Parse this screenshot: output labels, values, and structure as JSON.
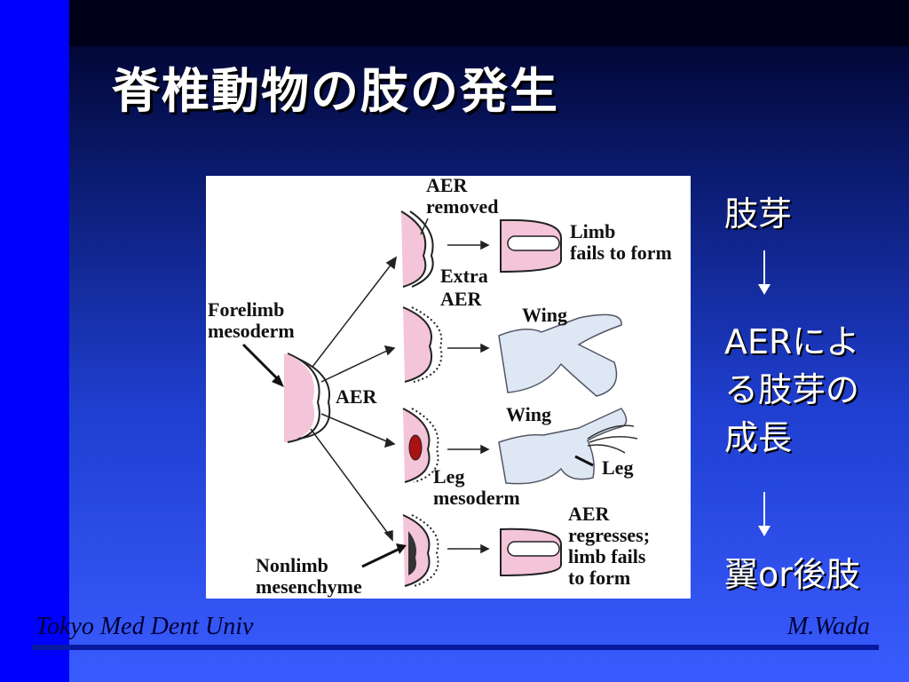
{
  "slide": {
    "title": "脊椎動物の肢の発生",
    "side": {
      "step1": "肢芽",
      "step2_line1": "AERによ",
      "step2_line2": "る肢芽の",
      "step2_line3": "成長",
      "step3": "翼or後肢"
    },
    "footer": {
      "left": "Tokyo Med Dent Univ",
      "right": "M.Wada"
    }
  },
  "figure": {
    "labels": {
      "forelimb": [
        "Forelimb",
        "mesoderm"
      ],
      "aer": "AER",
      "aer_removed": [
        "AER",
        "removed"
      ],
      "limb_fails": [
        "Limb",
        "fails to form"
      ],
      "extra_aer": [
        "Extra",
        "AER"
      ],
      "wing1": "Wing",
      "wing2": "Wing",
      "leg": "Leg",
      "leg_mesoderm": [
        "Leg",
        "mesoderm"
      ],
      "aer_regresses": [
        "AER",
        "regresses;",
        "limb fails",
        "to form"
      ],
      "nonlimb": [
        "Nonlimb",
        "mesenchyme"
      ]
    }
  }
}
